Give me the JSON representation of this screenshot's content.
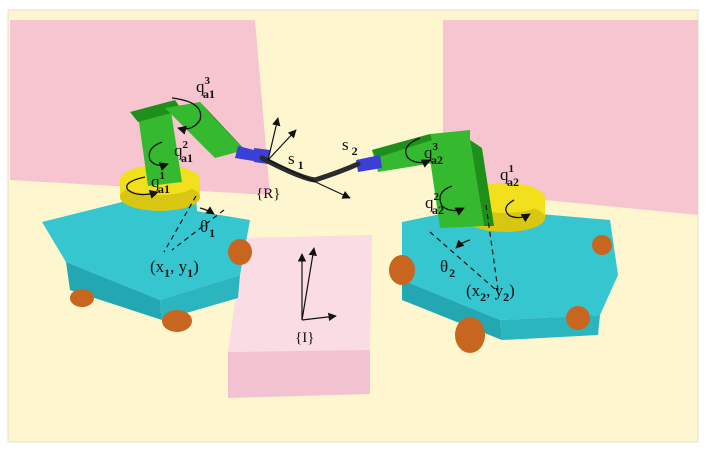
{
  "labels": {
    "q_a1_3": {
      "base": "q",
      "sup": "3",
      "sub": "a1"
    },
    "q_a1_2": {
      "base": "q",
      "sup": "2",
      "sub": "a1"
    },
    "q_a1_1": {
      "base": "q",
      "sup": "1",
      "sub": "a1"
    },
    "q_a2_3": {
      "base": "q",
      "sup": "3",
      "sub": "a2"
    },
    "q_a2_2": {
      "base": "q",
      "sup": "2",
      "sub": "a2"
    },
    "q_a2_1": {
      "base": "q",
      "sup": "1",
      "sub": "a2"
    },
    "s1": {
      "base": "s",
      "sub": "1"
    },
    "s2": {
      "base": "s",
      "sub": "2"
    },
    "frame_R": "{R}",
    "frame_I": "{I}",
    "theta1": {
      "base": "θ",
      "sub": "1"
    },
    "theta2": {
      "base": "θ",
      "sub": "2"
    },
    "pos1": {
      "open": "(x",
      "sub1": "1",
      "mid": ", y",
      "sub2": "1",
      "close": ")"
    },
    "pos2": {
      "open": "(x",
      "sub1": "2",
      "mid": ", y",
      "sub2": "2",
      "close": ")"
    }
  },
  "colors": {
    "floor": "#fdf6cf",
    "wall_pink": "#f6c5cf",
    "platform_pink": "#f9dce4",
    "platform_side": "#f2c2d0",
    "base_cyan": "#35c6cf",
    "base_cyan_dark": "#23a7b2",
    "wheel": "#c8651e",
    "yellow": "#f2e01c",
    "green": "#35b92f",
    "green_dark": "#1f8f1c",
    "gripper": "#3a3fd6",
    "object": "#2b2b2b"
  },
  "icons": [
    "robot-1",
    "robot-2",
    "rod-object",
    "frame-R-axes",
    "frame-I-axes",
    "rotation-arrows"
  ]
}
